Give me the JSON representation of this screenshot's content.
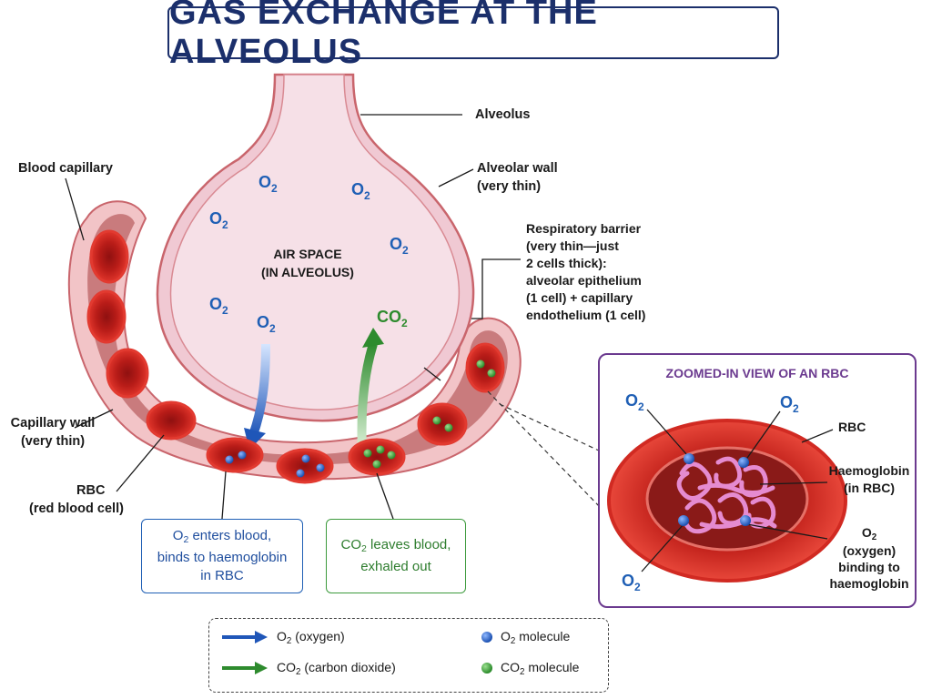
{
  "title": "GAS EXCHANGE AT THE ALVEOLUS",
  "labels": {
    "alveolus": "Alveolus",
    "alveolar_wall_1": "Alveolar wall",
    "alveolar_wall_2": "(very thin)",
    "blood_capillary": "Blood capillary",
    "air_space_1": "AIR SPACE",
    "air_space_2": "(IN ALVEOLUS)",
    "barrier_lines": [
      "Respiratory barrier",
      "(very thin—just",
      "2 cells thick):",
      "alveolar epithelium",
      "(1 cell) + capillary",
      "endothelium (1 cell)"
    ],
    "capillary_wall_1": "Capillary wall",
    "capillary_wall_2": "(very thin)",
    "rbc": "RBC",
    "rbc_full": "(red blood cell)"
  },
  "molecule_labels": {
    "o2": "O",
    "co2": "CO",
    "sub": "2"
  },
  "callouts": {
    "o2_line1_rest": " enters blood,",
    "o2_line2": "binds to haemoglobin",
    "o2_line3": "in RBC",
    "co2_line1_rest": " leaves blood,",
    "co2_line2": "exhaled out"
  },
  "zoom": {
    "title": "ZOOMED-IN VIEW OF AN RBC",
    "rbc": "RBC",
    "haemoglobin_1": "Haemoglobin",
    "haemoglobin_2": "(in RBC)",
    "o2_binding_lines": [
      "(oxygen)",
      "binding to",
      "haemoglobin"
    ]
  },
  "legend": {
    "o2_arrow": " (oxygen)",
    "co2_arrow": " (carbon dioxide)",
    "o2_molecule": " molecule",
    "co2_molecule": " molecule"
  },
  "colors": {
    "title": "#1b2f6b",
    "oxygen": "#1f5fb5",
    "carbon_dioxide": "#2e8b2e",
    "rbc": "#c8231e",
    "alveolus_fill": "#f3dbe3",
    "zoom_border": "#6b3a8f"
  }
}
